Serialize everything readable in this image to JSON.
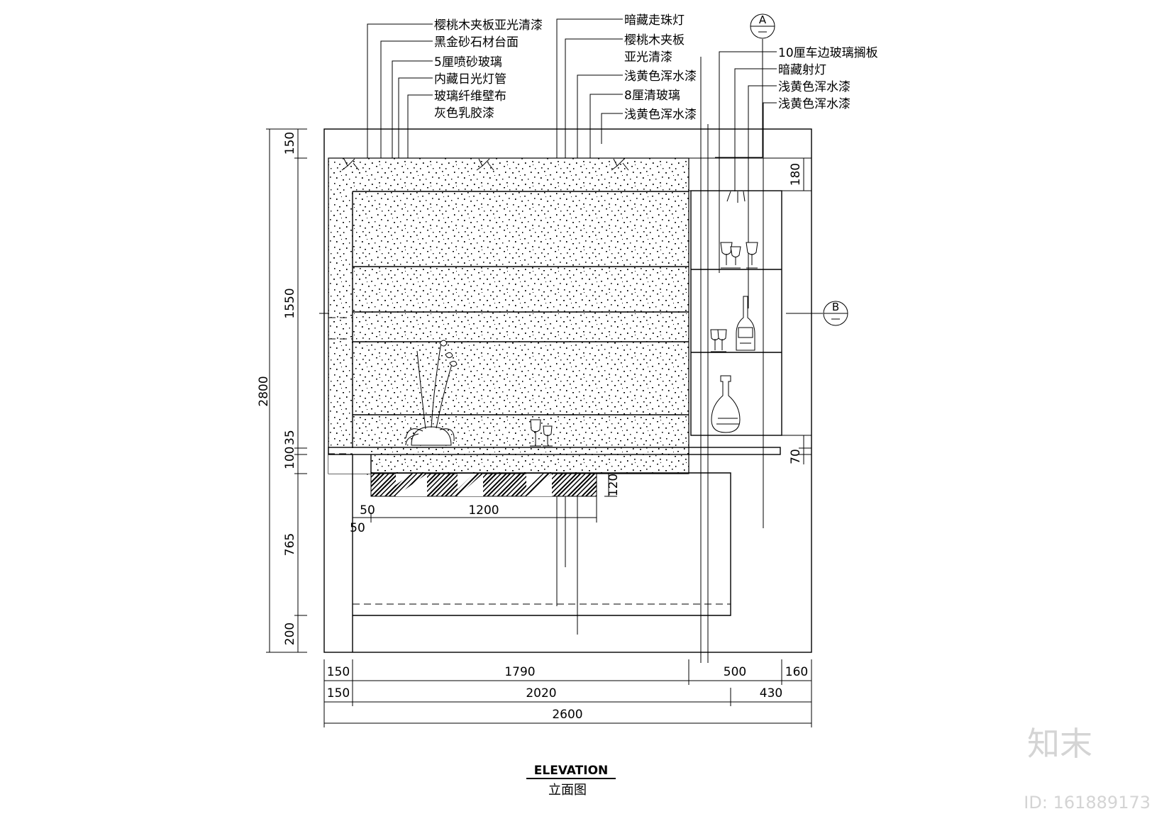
{
  "title": "ELEVATION",
  "subtitle": "立面图",
  "callouts_left": [
    "樱桃木夹板亚光清漆",
    "黑金砂石材台面",
    "5厘喷砂玻璃",
    "内藏日光灯管",
    "玻璃纤维壁布",
    "灰色乳胶漆"
  ],
  "callouts_middle": [
    "暗藏走珠灯",
    "樱桃木夹板",
    "亚光清漆",
    "浅黄色浑水漆",
    "8厘清玻璃",
    "浅黄色浑水漆"
  ],
  "callouts_right": [
    "10厘车边玻璃搁板",
    "暗藏射灯",
    "浅黄色浑水漆",
    "浅黄色浑水漆"
  ],
  "section_markers": [
    "A",
    "B"
  ],
  "dimensions": {
    "left_total": "2800",
    "left": [
      "150",
      "1550",
      "100",
      "35",
      "765",
      "200"
    ],
    "right": [
      "180",
      "70",
      "120"
    ],
    "inner": [
      "50",
      "1200",
      "50"
    ],
    "bottom_row1": [
      "150",
      "1790",
      "500",
      "160"
    ],
    "bottom_row2": [
      "150",
      "2020",
      "430"
    ],
    "bottom_total": "2600"
  },
  "watermark": {
    "logo": "知末",
    "id": "ID: 161889173"
  }
}
